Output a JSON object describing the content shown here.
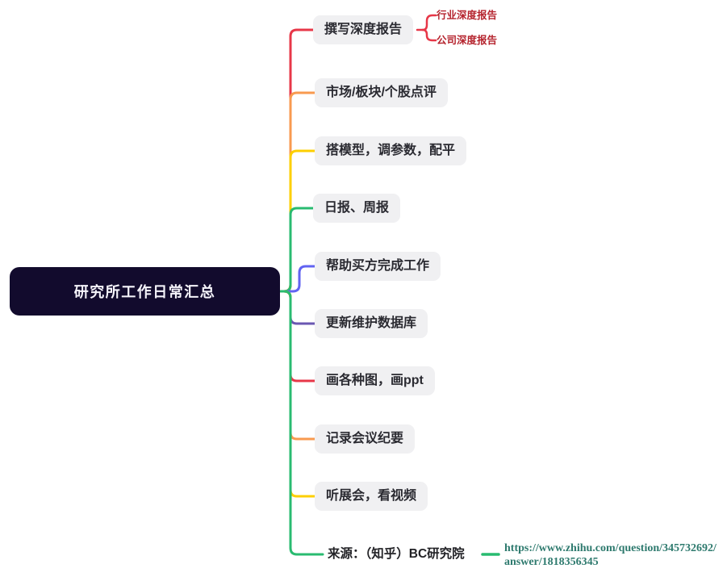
{
  "canvas": {
    "background": "#ffffff"
  },
  "root": {
    "label": "研究所工作日常汇总",
    "bg_color": "#120b2d",
    "text_color": "#f5f4fa"
  },
  "branches": [
    {
      "label": "撰写深度报告",
      "color": "#e73748"
    },
    {
      "label": "市场/板块/个股点评",
      "color": "#f89a4f"
    },
    {
      "label": "搭模型，调参数，配平",
      "color": "#fdcf00"
    },
    {
      "label": "日报、周报",
      "color": "#29bb70"
    },
    {
      "label": "帮助买方完成工作",
      "color": "#6163f2"
    },
    {
      "label": "更新维护数据库",
      "color": "#6a57b2"
    },
    {
      "label": "画各种图，画ppt",
      "color": "#e73748"
    },
    {
      "label": "记录会议纪要",
      "color": "#f89a4f"
    },
    {
      "label": "听展会，看视频",
      "color": "#fdcf00"
    }
  ],
  "subtopics": [
    {
      "label": "行业深度报告",
      "color": "#b5242e"
    },
    {
      "label": "公司深度报告",
      "color": "#b5242e"
    }
  ],
  "source": {
    "label": "来源：（知乎）BC研究院",
    "color": "#29bb70",
    "url_line1": "https://www.zhihu.com/question/345732692/",
    "url_line2": "answer/1818356345",
    "url_color": "#2e7a6e"
  },
  "styles": {
    "topic_bg": "#f0f0f2",
    "topic_text": "#2a2a31",
    "subtopic_text": "#b5242e"
  }
}
